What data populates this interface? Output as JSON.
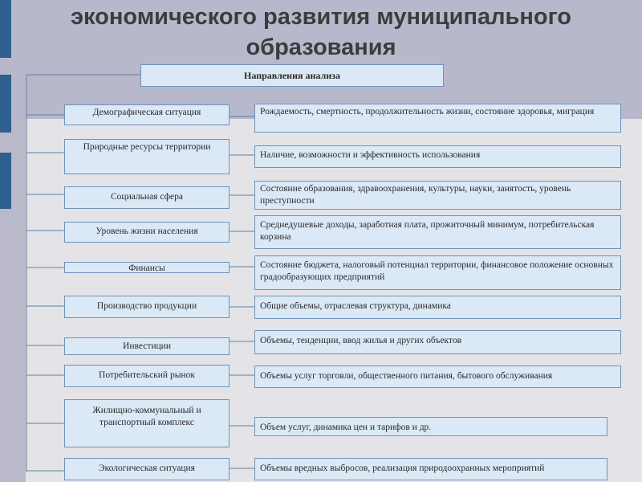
{
  "title": {
    "line1": "экономического развития муниципального",
    "line2": "образования"
  },
  "header": "Направления анализа",
  "rows": [
    {
      "category": "Демографическая ситуация",
      "description": "Рождаемость, смертность, продолжительность жизни, состояние здоровья, миграция"
    },
    {
      "category": "Природные ресурсы территории",
      "description": "Наличие, возможности и эффективность использования"
    },
    {
      "category": "Социальная сфера",
      "description": "Состояние образования, здравоохранения, культуры, науки, занятость, уровень преступности"
    },
    {
      "category": "Уровень жизни населения",
      "description": "Среднедушевые доходы, заработная плата, прожиточный минимум, потребительская корзина"
    },
    {
      "category": "Финансы",
      "description": "Состояние бюджета, налоговый потенциал территории, финансовое положение основных градообразующих предприятий"
    },
    {
      "category": "Производство продукции",
      "description": "Общие объемы, отраслевая структура, динамика"
    },
    {
      "category": "Инвестиции",
      "description": "Объемы, тенденции, ввод жилья и других объектов"
    },
    {
      "category": "Потребительский рынок",
      "description": "Объемы услуг торговли, общественного питания, бытового обслуживания"
    },
    {
      "category": "Жилищно-коммунальный и транспортный комплекс",
      "description": "Объем услуг, динамика цен и тарифов и др."
    },
    {
      "category": "Экологическая ситуация",
      "description": "Объемы вредных выбросов, реализация природоохранных мероприятий"
    }
  ]
}
